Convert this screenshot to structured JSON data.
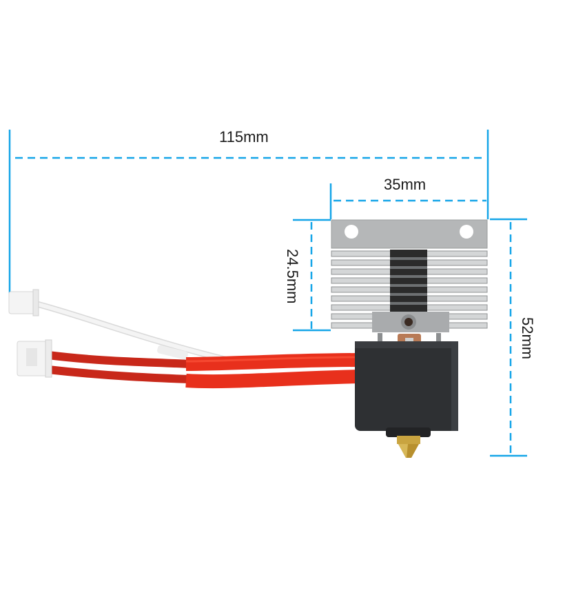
{
  "colors": {
    "dimension_line": "#14a5e8",
    "heatsink": "#c9cbcc",
    "heatsink_dark": "#8d9091",
    "throat": "#2b2b2b",
    "heater_block": "#2e3033",
    "nozzle": "#c9a440",
    "cable_red": "#e8301c",
    "cable_white": "#f2f2f2",
    "connector": "#f4f4f4"
  },
  "dimensions": {
    "overall_width": {
      "label": "115mm",
      "orientation": "horizontal"
    },
    "heatsink_width": {
      "label": "35mm",
      "orientation": "horizontal"
    },
    "heatsink_height": {
      "label": "24.5mm",
      "orientation": "vertical"
    },
    "overall_height": {
      "label": "52mm",
      "orientation": "vertical"
    }
  },
  "product": {
    "parts": [
      {
        "name": "heatsink",
        "description": "aluminium finned heatsink with two mounting holes"
      },
      {
        "name": "heater-block",
        "description": "black silicone-covered heater block"
      },
      {
        "name": "nozzle",
        "description": "brass nozzle"
      },
      {
        "name": "thermistor-cable",
        "description": "white cable with 2-pin connector"
      },
      {
        "name": "heater-cable",
        "description": "red braided cable with 2-pin connector"
      }
    ]
  }
}
